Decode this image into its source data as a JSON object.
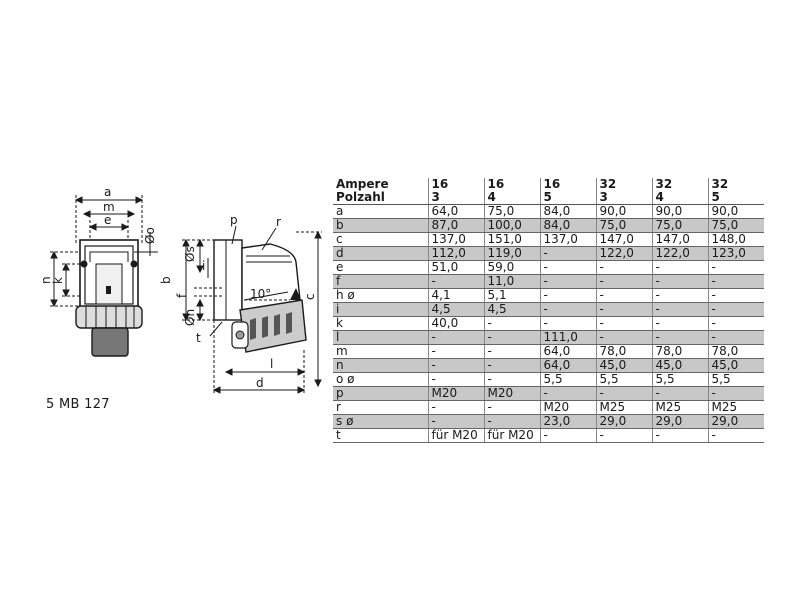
{
  "model_code": "5 MB 127",
  "dimension_labels": {
    "a": "a",
    "m": "m",
    "e": "e",
    "o": "Øo",
    "n": "n",
    "k": "k",
    "b": "b",
    "s": "Øs",
    "p": "p",
    "r": "r",
    "i": "i",
    "f": "f",
    "h": "Øh",
    "t": "t",
    "angle": "10°",
    "c": "c",
    "l": "l",
    "d": "d"
  },
  "table": {
    "header_row1": [
      "Ampere",
      "16",
      "16",
      "16",
      "32",
      "32",
      "32"
    ],
    "header_row2": [
      "Polzahl",
      "3",
      "4",
      "5",
      "3",
      "4",
      "5"
    ],
    "rows": [
      [
        "a",
        "64,0",
        "75,0",
        "84,0",
        "90,0",
        "90,0",
        "90,0"
      ],
      [
        "b",
        "87,0",
        "100,0",
        "84,0",
        "75,0",
        "75,0",
        "75,0"
      ],
      [
        "c",
        "137,0",
        "151,0",
        "137,0",
        "147,0",
        "147,0",
        "148,0"
      ],
      [
        "d",
        "112,0",
        "119,0",
        "-",
        "122,0",
        "122,0",
        "123,0"
      ],
      [
        "e",
        "51,0",
        "59,0",
        "-",
        "-",
        "-",
        "-"
      ],
      [
        "f",
        "-",
        "11,0",
        "-",
        "-",
        "-",
        "-"
      ],
      [
        "h ø",
        "4,1",
        "5,1",
        "-",
        "-",
        "-",
        "-"
      ],
      [
        "i",
        "4,5",
        "4,5",
        "-",
        "-",
        "-",
        "-"
      ],
      [
        "k",
        "40,0",
        "-",
        "-",
        "-",
        "-",
        "-"
      ],
      [
        "l",
        "-",
        "-",
        "111,0",
        "-",
        "-",
        "-"
      ],
      [
        "m",
        "-",
        "-",
        "64,0",
        "78,0",
        "78,0",
        "78,0"
      ],
      [
        "n",
        "-",
        "-",
        "64,0",
        "45,0",
        "45,0",
        "45,0"
      ],
      [
        "o ø",
        "-",
        "-",
        "5,5",
        "5,5",
        "5,5",
        "5,5"
      ],
      [
        "p",
        "M20",
        "M20",
        "-",
        "-",
        "-",
        "-"
      ],
      [
        "r",
        "-",
        "-",
        "M20",
        "M25",
        "M25",
        "M25"
      ],
      [
        "s ø",
        "-",
        "-",
        "23,0",
        "29,0",
        "29,0",
        "29,0"
      ],
      [
        "t",
        "für M20",
        "für M20",
        "-",
        "-",
        "-",
        "-"
      ]
    ]
  }
}
